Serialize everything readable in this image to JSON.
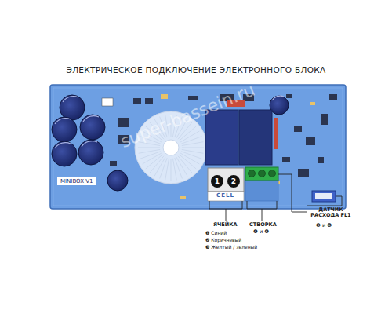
{
  "diagram": {
    "title": "ЭЛЕКТРИЧЕСКОЕ ПОДКЛЮЧЕНИЕ ЭЛЕКТРОННОГО БЛОКА",
    "labels": [
      "MINIBOX V1",
      "1",
      "2",
      "CELL",
      "super-bassein.ru",
      "ЯЧЕЙКА",
      "❶ Синий",
      "❷ Коричневый",
      "❸ Желтый / зеленый",
      "СТВОРКА",
      "❹ и ❻",
      "ДАТЧИК РАСХОДА FL1",
      "❺ и ❻"
    ]
  }
}
